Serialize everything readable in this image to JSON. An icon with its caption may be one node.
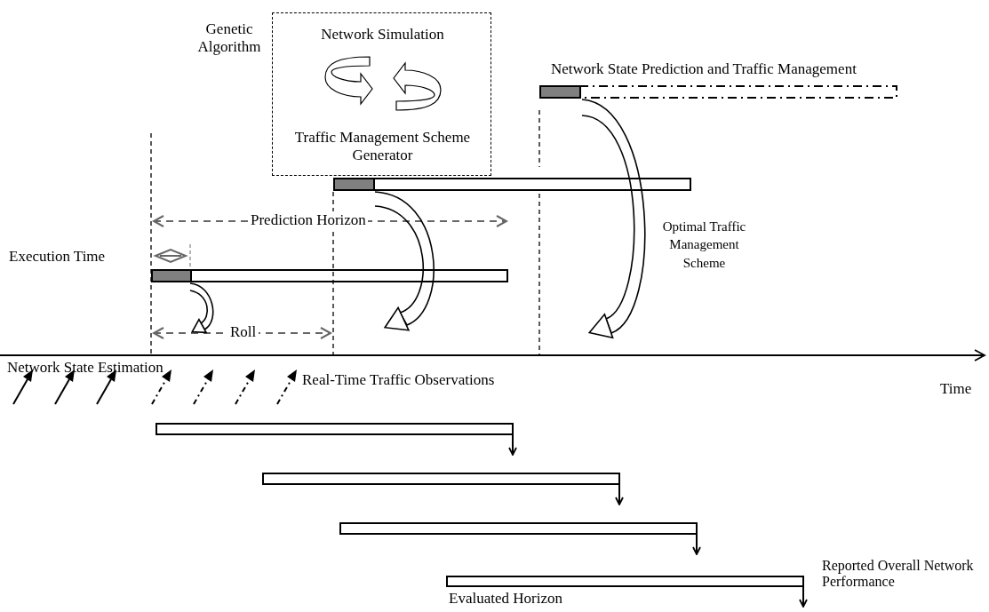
{
  "diagram": {
    "nodes": [
      {
        "text": [
          "Genetic Algorithm",
          "Network Simulation",
          "Traffic Management Scheme Generator"
        ]
      },
      {
        "text": [],
        "shape": "bar"
      },
      {
        "text": [],
        "shape": "bar"
      },
      {
        "text": [],
        "shape": "bar",
        "beside": [
          "Network State Prediction and Traffic Management"
        ]
      },
      {
        "text": [],
        "shape": "bar"
      },
      {
        "text": [],
        "shape": "bar"
      },
      {
        "text": [],
        "shape": "bar"
      },
      {
        "text": [],
        "shape": "bar"
      }
    ],
    "edges": [
      {
        "from": 1,
        "to": null,
        "arrow": "to"
      },
      {
        "from": 2,
        "to": null,
        "arrow": "to"
      },
      {
        "from": 3,
        "to": null,
        "arrow": "to"
      },
      {
        "from": 4,
        "to": null,
        "arrow": "to"
      },
      {
        "from": 5,
        "to": null,
        "arrow": "to"
      },
      {
        "from": 6,
        "to": null,
        "arrow": "to"
      },
      {
        "from": 7,
        "to": null,
        "arrow": "to"
      }
    ],
    "labels": [
      "Prediction Horizon",
      "Execution Time",
      "Optimal Traffic Management Scheme",
      "Roll",
      "Network State Estimation",
      "Time",
      "Real-Time Traffic Observations",
      "Reported Overall Network Performance",
      "Evaluated Horizon"
    ]
  }
}
